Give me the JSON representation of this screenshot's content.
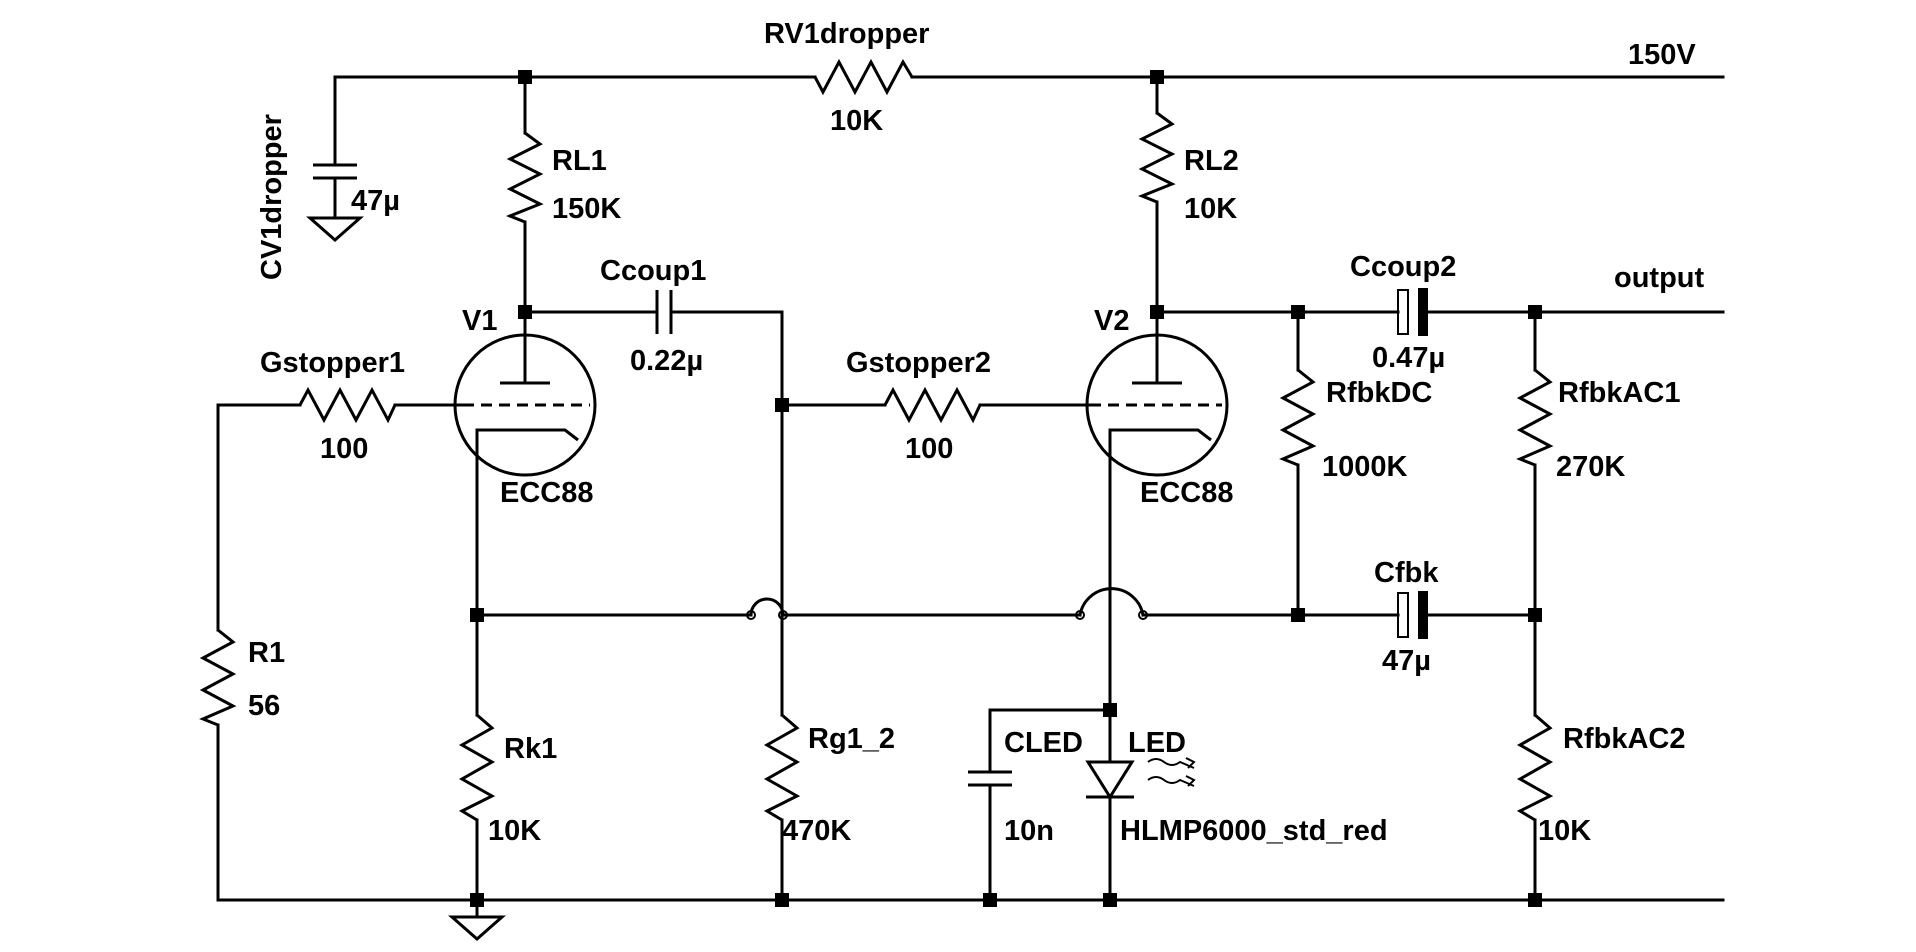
{
  "nets": {
    "supply": "150V",
    "output": "output"
  },
  "components": {
    "rv1dropper": {
      "name": "RV1dropper",
      "value": "10K"
    },
    "cv1dropper": {
      "name": "CV1dropper",
      "value": "47µ"
    },
    "rl1": {
      "name": "RL1",
      "value": "150K"
    },
    "rl2": {
      "name": "RL2",
      "value": "10K"
    },
    "v1": {
      "name": "V1",
      "value": "ECC88"
    },
    "v2": {
      "name": "V2",
      "value": "ECC88"
    },
    "ccoup1": {
      "name": "Ccoup1",
      "value": "0.22µ"
    },
    "ccoup2": {
      "name": "Ccoup2",
      "value": "0.47µ"
    },
    "gstopper1": {
      "name": "Gstopper1",
      "value": "100"
    },
    "gstopper2": {
      "name": "Gstopper2",
      "value": "100"
    },
    "rfbkdc": {
      "name": "RfbkDC",
      "value": "1000K"
    },
    "rfbkac1": {
      "name": "RfbkAC1",
      "value": "270K"
    },
    "cfbk": {
      "name": "Cfbk",
      "value": "47µ"
    },
    "r1": {
      "name": "R1",
      "value": "56"
    },
    "rk1": {
      "name": "Rk1",
      "value": "10K"
    },
    "rg1_2": {
      "name": "Rg1_2",
      "value": "470K"
    },
    "cled": {
      "name": "CLED",
      "value": "10n"
    },
    "led": {
      "name": "LED",
      "value": "HLMP6000_std_red"
    },
    "rfbkac2": {
      "name": "RfbkAC2",
      "value": "10K"
    }
  }
}
